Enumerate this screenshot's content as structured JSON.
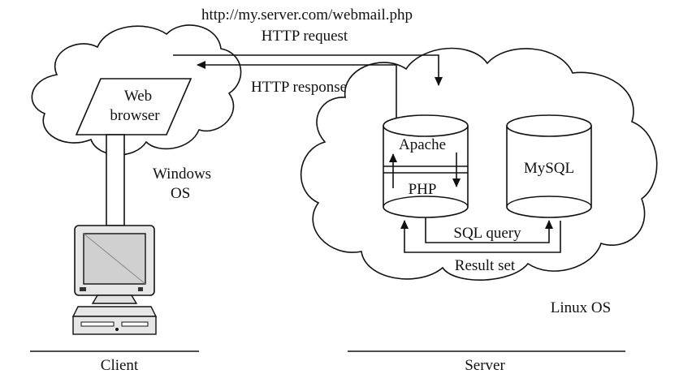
{
  "request": {
    "url": "http://my.server.com/webmail.php",
    "label": "HTTP request"
  },
  "response_label": "HTTP response",
  "client": {
    "browser_line1": "Web",
    "browser_line2": "browser",
    "os_line1": "Windows",
    "os_line2": "OS",
    "caption": "Client"
  },
  "server": {
    "apache_label": "Apache",
    "php_label": "PHP",
    "mysql_label": "MySQL",
    "sql_query_label": "SQL query",
    "result_set_label": "Result set",
    "os_label": "Linux OS",
    "caption": "Server"
  }
}
